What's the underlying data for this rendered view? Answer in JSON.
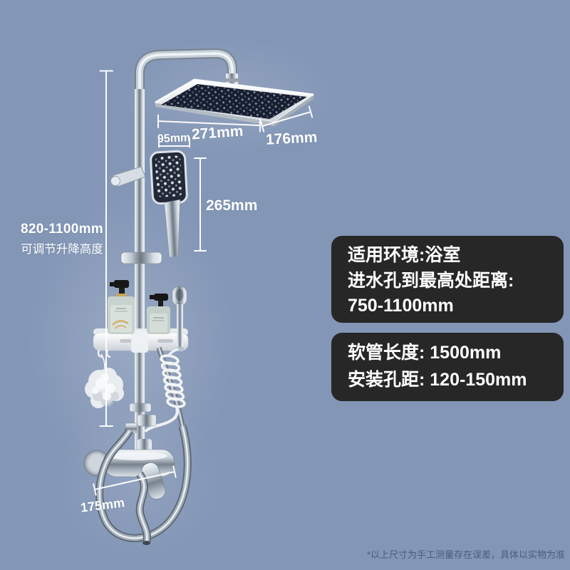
{
  "canvas": {
    "background": "#8396b6"
  },
  "annotations": {
    "head_width": "271mm",
    "head_depth": "176mm",
    "hand_shower_width": "95mm",
    "head_to_hand_shower": "265mm",
    "adjustable_height": "820-1100mm",
    "adjustable_height_note": "可调节升降高度",
    "faucet_width": "175mm"
  },
  "spec_boxes": [
    {
      "lines": [
        "适用环境:浴室",
        "进水孔到最高处距离:",
        "750-1100mm"
      ]
    },
    {
      "lines": [
        "软管长度: 1500mm",
        "安装孔距: 120-150mm"
      ]
    }
  ],
  "footnote": "*以上尺寸为手工测量存在误差，具体以实物为准",
  "colors": {
    "background": "#8396b6",
    "spec_box_bg": "#272727",
    "annotation_text": "#ffffff",
    "footnote_text": "#4b5d7c"
  }
}
